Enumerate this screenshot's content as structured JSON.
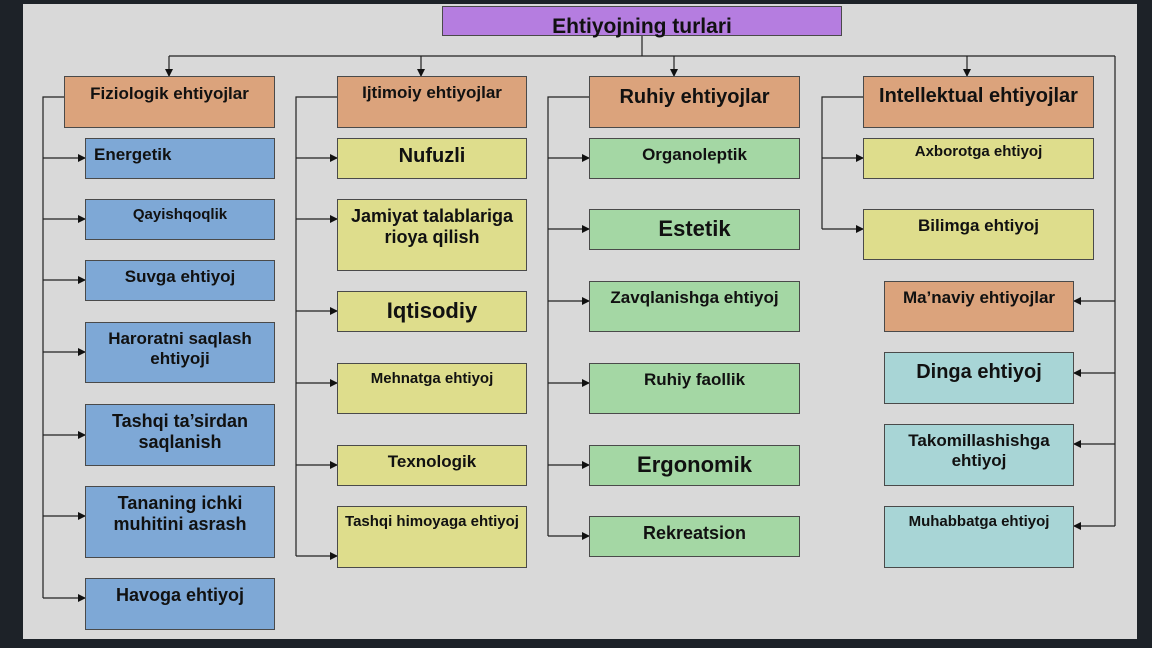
{
  "title": "Ehtiyojning turlari",
  "categories": [
    {
      "label": "Fiziologik ehtiyojlar",
      "items": [
        "Energetik",
        "Qayishqoqlik",
        "Suvga ehtiyoj",
        "Haroratni saqlash ehtiyoji",
        "Tashqi ta’sirdan saqlanish",
        "Tananing ichki muhitini asrash",
        "Havoga ehtiyoj"
      ]
    },
    {
      "label": "Ijtimoiy ehtiyojlar",
      "items": [
        "Nufuzli",
        "Jamiyat talablariga rioya qilish",
        "Iqtisodiy",
        "Mehnatga ehtiyoj",
        "Texnologik",
        "Tashqi himoyaga ehtiyoj"
      ]
    },
    {
      "label": "Ruhiy ehtiyojlar",
      "items": [
        "Organoleptik",
        "Estetik",
        "Zavqlanishga ehtiyoj",
        "Ruhiy faollik",
        "Ergonomik",
        "Rekreatsion"
      ]
    },
    {
      "label": "Intellektual ehtiyojlar",
      "items": [
        "Axborotga ehtiyoj",
        "Bilimga ehtiyoj"
      ]
    },
    {
      "label": "Ma’naviy ehtiyojlar",
      "items": [
        "Dinga ehtiyoj",
        "Takomillashishga ehtiyoj",
        "Muhabbatga ehtiyoj"
      ]
    }
  ],
  "colors": {
    "title": "#b57de0",
    "header": "#dba37c",
    "fiziologik": "#7ea8d6",
    "ijtimoiy": "#dedd8c",
    "ruhiy": "#a4d7a4",
    "manaviy": "#a8d5d6"
  }
}
